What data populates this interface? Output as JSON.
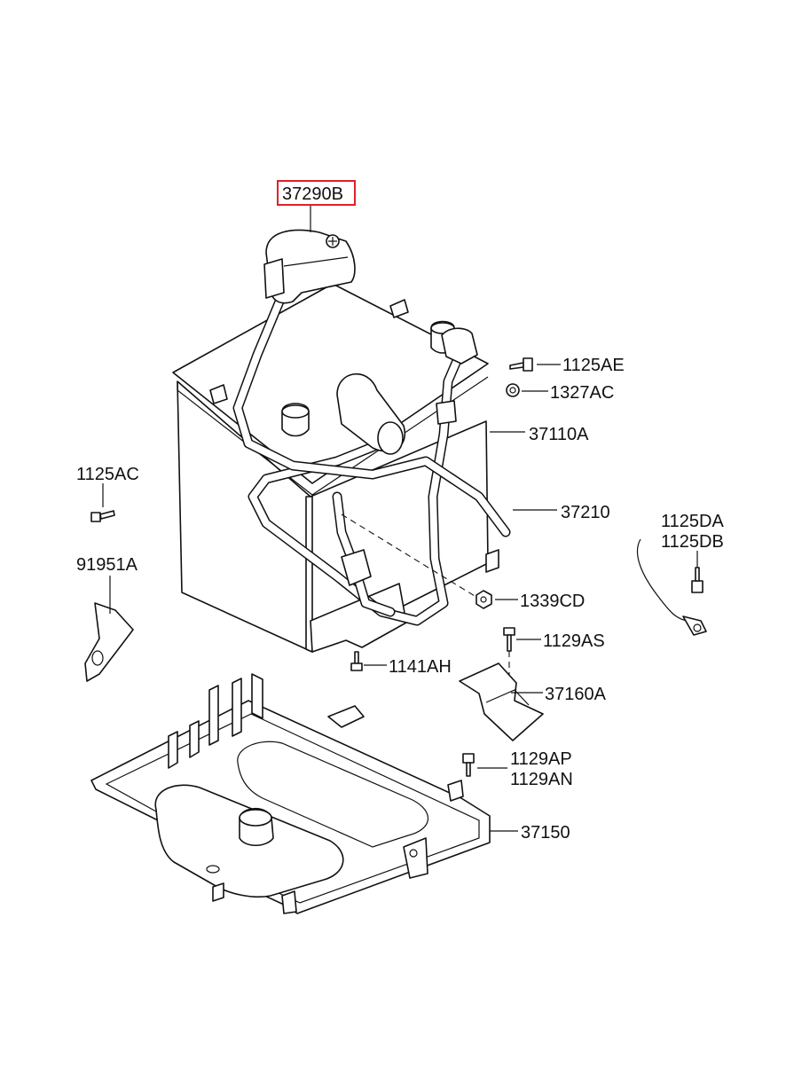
{
  "diagram": {
    "highlight_color": "#e0202a",
    "line_color": "#111111",
    "parts": [
      {
        "id": "37290B",
        "label": "37290B",
        "highlighted": true
      },
      {
        "id": "1125AE",
        "label": "1125AE"
      },
      {
        "id": "1327AC",
        "label": "1327AC"
      },
      {
        "id": "37110A",
        "label": "37110A"
      },
      {
        "id": "1125AC",
        "label": "1125AC"
      },
      {
        "id": "37210",
        "label": "37210"
      },
      {
        "id": "1125DA",
        "label": "1125DA"
      },
      {
        "id": "1125DB",
        "label": "1125DB"
      },
      {
        "id": "91951A",
        "label": "91951A"
      },
      {
        "id": "1339CD",
        "label": "1339CD"
      },
      {
        "id": "1129AS",
        "label": "1129AS"
      },
      {
        "id": "1141AH",
        "label": "1141AH"
      },
      {
        "id": "37160A",
        "label": "37160A"
      },
      {
        "id": "1129AP",
        "label": "1129AP"
      },
      {
        "id": "1129AN",
        "label": "1129AN"
      },
      {
        "id": "37150",
        "label": "37150"
      }
    ]
  }
}
